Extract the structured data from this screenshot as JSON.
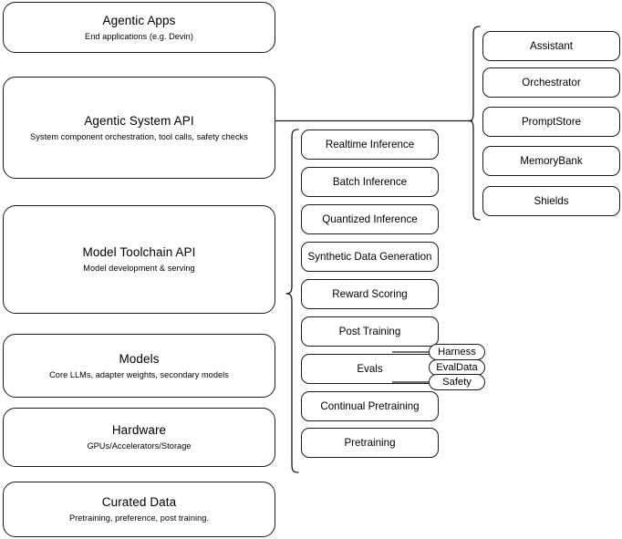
{
  "diagram": {
    "title": "AI stack layered architecture diagram",
    "stroke_color": "#1a1a1a",
    "background_color": "#ffffff"
  },
  "layers": [
    {
      "name": "agentic-apps",
      "title": "Agentic Apps",
      "subtitle": "End applications (e.g. Devin)"
    },
    {
      "name": "agentic-system-api",
      "title": "Agentic System API",
      "subtitle": "System component orchestration, tool calls, safety checks"
    },
    {
      "name": "model-toolchain-api",
      "title": "Model Toolchain API",
      "subtitle": "Model development & serving"
    },
    {
      "name": "models",
      "title": "Models",
      "subtitle": "Core LLMs, adapter weights, secondary models"
    },
    {
      "name": "hardware",
      "title": "Hardware",
      "subtitle": "GPUs/Accelerators/Storage"
    },
    {
      "name": "curated-data",
      "title": "Curated Data",
      "subtitle": "Pretraining, preference, post training."
    }
  ],
  "toolchain_components": [
    {
      "name": "realtime-inference",
      "label": "Realtime Inference"
    },
    {
      "name": "batch-inference",
      "label": "Batch Inference"
    },
    {
      "name": "quantized-inference",
      "label": "Quantized Inference"
    },
    {
      "name": "synthetic-data-generation",
      "label": "Synthetic Data Generation"
    },
    {
      "name": "reward-scoring",
      "label": "Reward Scoring"
    },
    {
      "name": "post-training",
      "label": "Post Training"
    },
    {
      "name": "evals",
      "label": "Evals"
    },
    {
      "name": "continual-pretraining",
      "label": "Continual Pretraining"
    },
    {
      "name": "pretraining",
      "label": "Pretraining"
    }
  ],
  "system_components": [
    {
      "name": "assistant",
      "label": "Assistant"
    },
    {
      "name": "orchestrator",
      "label": "Orchestrator"
    },
    {
      "name": "promptstore",
      "label": "PromptStore"
    },
    {
      "name": "memorybank",
      "label": "MemoryBank"
    },
    {
      "name": "shields",
      "label": "Shields"
    }
  ],
  "eval_badges": [
    {
      "name": "harness",
      "label": "Harness"
    },
    {
      "name": "evaldata",
      "label": "EvalData"
    },
    {
      "name": "safety",
      "label": "Safety"
    }
  ]
}
